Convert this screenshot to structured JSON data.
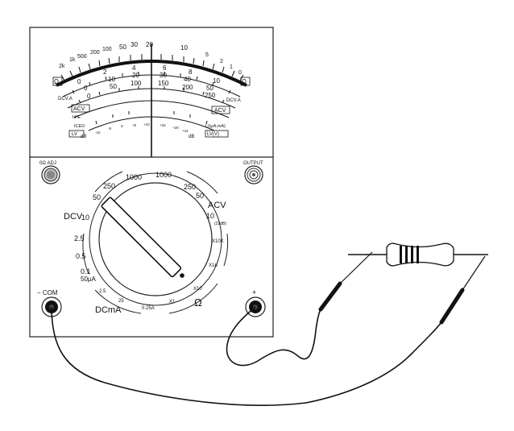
{
  "meter": {
    "scale": {
      "ohm_ticks": [
        "2k",
        "1k",
        "500",
        "200",
        "100",
        "50",
        "30",
        "20",
        "10",
        "5",
        "2",
        "1",
        "0"
      ],
      "dc_ticks": [
        "0",
        "2",
        "4",
        "6",
        "8",
        "10"
      ],
      "mid_ticks": [
        "0",
        "10",
        "20",
        "30",
        "40",
        "50"
      ],
      "high_ticks": [
        "0",
        "50",
        "100",
        "150",
        "200",
        "250"
      ],
      "label_ohm_left": "Ω",
      "label_ohm_right": "Ω",
      "label_dcva_left": "DCV.A",
      "label_dcva_right": "DCV.A",
      "label_acv_left": "ACV",
      "label_acv_right": "ACV",
      "label_hfe": "hFE",
      "label_iceo": "ICEO",
      "label_li": "LI(μA,mA)",
      "label_lv_left": "LV",
      "label_lv_right": "LV(V)",
      "label_db_left": "dB",
      "label_db_right": "dB",
      "db_ticks": [
        "-10",
        "-5",
        "0",
        "+5",
        "+10",
        "+15",
        "+20",
        "+22"
      ]
    },
    "zero_adj_label": "0Ω ADJ",
    "output_label": "OUTPUT",
    "dial": {
      "dcv_label": "DCV",
      "acv_label": "ACV",
      "dcma_label": "DCmA",
      "ohm_label": "Ω",
      "dcv_ranges": [
        "1000",
        "250",
        "50",
        "10",
        "2.5",
        "0.5",
        "0.1",
        "50μA"
      ],
      "acv_ranges": [
        "1000",
        "250",
        "50",
        "10"
      ],
      "acv_db_note": "(22dB)",
      "ohm_ranges": [
        "X10K",
        "X1K",
        "X10",
        "X1"
      ],
      "dcma_ranges": [
        "2.5",
        "25",
        "0.25A"
      ]
    },
    "com_label": "− COM",
    "plus_label": "+"
  }
}
